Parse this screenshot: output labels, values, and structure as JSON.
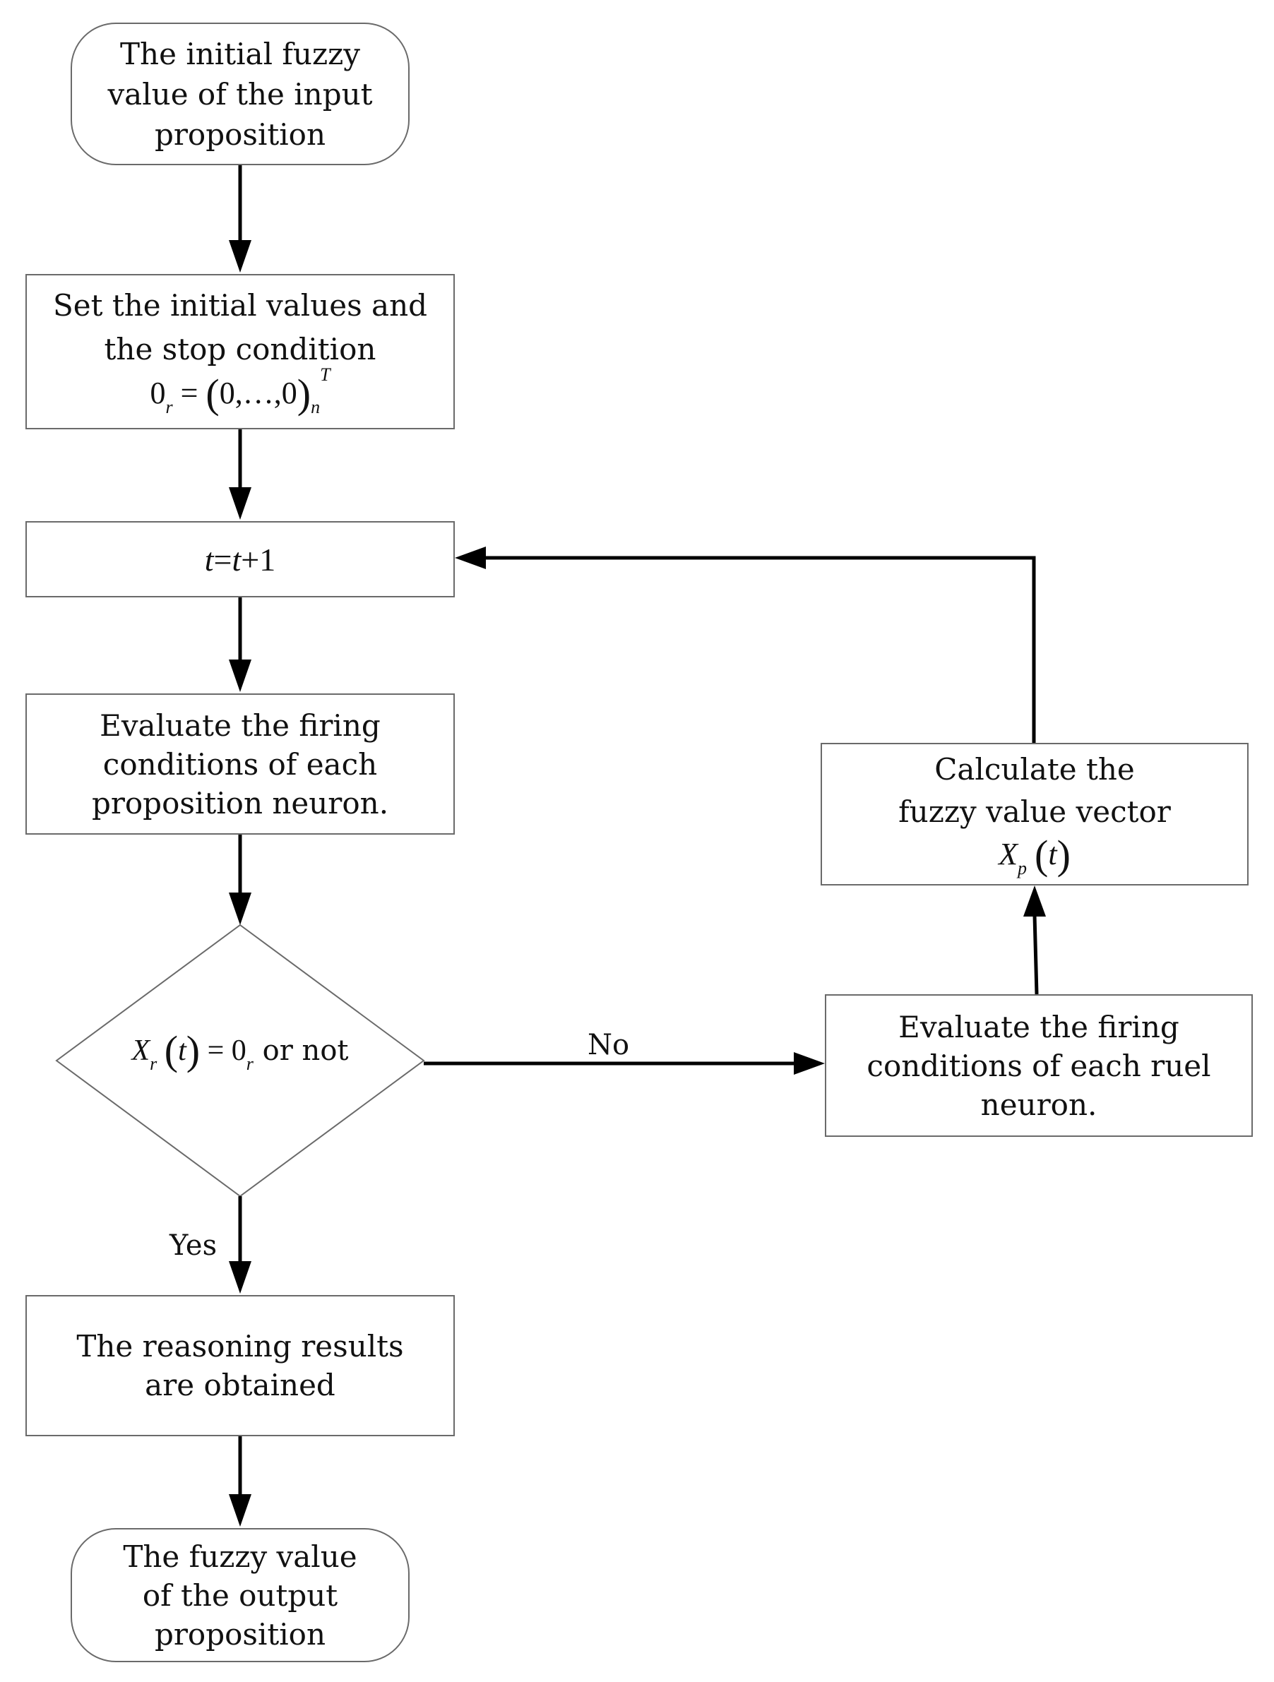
{
  "nodes": {
    "input": {
      "lines": [
        "The initial fuzzy",
        "value of  the input",
        "proposition"
      ]
    },
    "init": {
      "lines": [
        "Set the initial values  and",
        "the stop condition"
      ],
      "formula": {
        "lhs": "0",
        "lhs_sub": "r",
        "eq": "=",
        "body": "0,…,0",
        "sub": "n",
        "sup": "T"
      }
    },
    "increment": {
      "t1": "t",
      "eq": "=",
      "t2": "t",
      "plus": "+1"
    },
    "evaluate_prop": {
      "lines": [
        "Evaluate the firing",
        "conditions of each",
        "proposition neuron."
      ]
    },
    "decision": {
      "var": "X",
      "var_sub": "r",
      "arg": "t",
      "eq": "=",
      "rhs": "0",
      "rhs_sub": "r",
      "suffix": " or not"
    },
    "results": {
      "lines": [
        "The reasoning results",
        "are obtained"
      ]
    },
    "output": {
      "lines": [
        "The fuzzy value",
        "of  the output",
        "proposition"
      ]
    },
    "evaluate_rule": {
      "lines": [
        "Evaluate the firing",
        "conditions of each ruel",
        "neuron."
      ]
    },
    "calculate": {
      "lines": [
        "Calculate the",
        "fuzzy value vector"
      ],
      "formula": {
        "var": "X",
        "var_sub": "p",
        "arg": "t"
      }
    }
  },
  "edge_labels": {
    "no": "No",
    "yes": "Yes"
  }
}
